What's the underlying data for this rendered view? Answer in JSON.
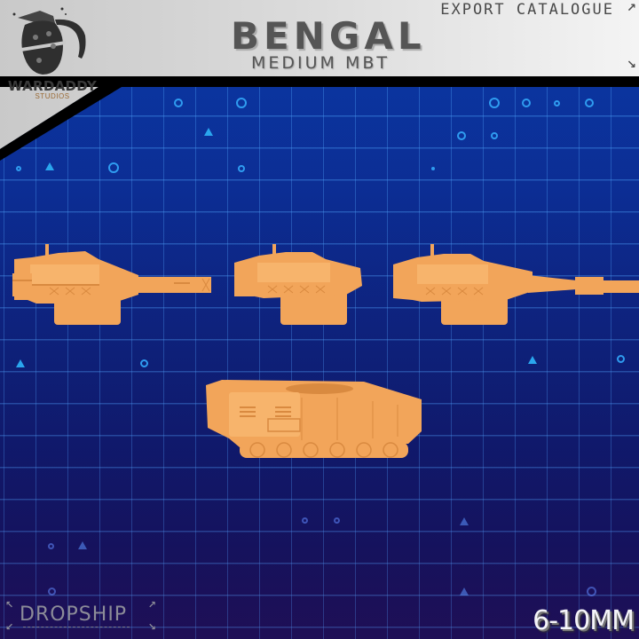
{
  "header": {
    "brand_name": "WARDADDY",
    "brand_sub": "STUDIOS",
    "catalogue_label": "EXPORT CATALOGUE",
    "title": "BENGAL",
    "subtitle": "MEDIUM MBT",
    "arrow_top": "↗",
    "arrow_bottom": "↘"
  },
  "models": [
    {
      "name": "turret-variant-1",
      "description": "Turret with long slab-sided gun"
    },
    {
      "name": "turret-variant-2",
      "description": "Turret without gun"
    },
    {
      "name": "turret-variant-3",
      "description": "Turret with long tapered gun"
    },
    {
      "name": "hull",
      "description": "Tracked hull"
    }
  ],
  "footer": {
    "publisher": "DROPSHIP",
    "scale": "6-10MM"
  },
  "colors": {
    "model": "#f2a55a",
    "banner": "#d9d9d9",
    "grid": "#50aaff",
    "background_top": "#0a3aa8",
    "background_bottom": "#150d4a"
  }
}
